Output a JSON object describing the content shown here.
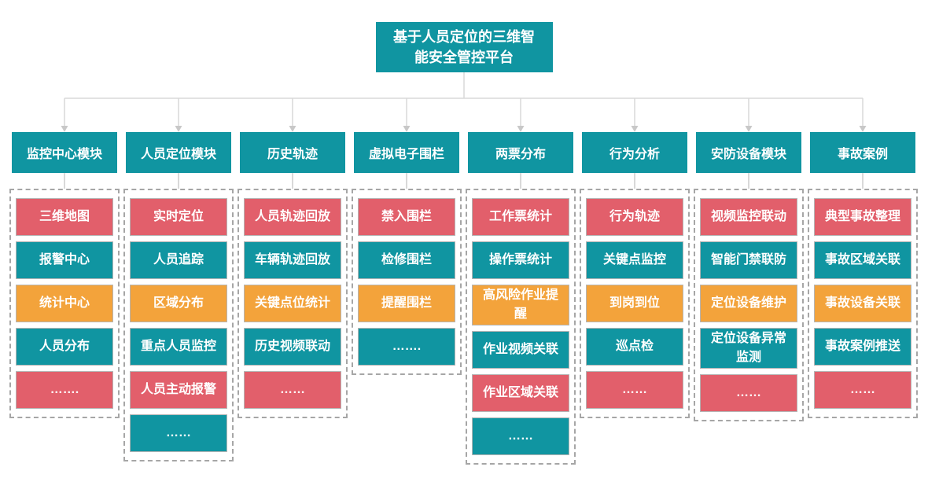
{
  "title": {
    "text": "基于人员定位的三维智能安全管控平台"
  },
  "colors": {
    "teal": "#1095A1",
    "red": "#E25F6B",
    "orange": "#F3A33B",
    "dashed_border": "#A6A6A6",
    "item_border": "#B5B5B5",
    "connector_line": "#D9D9D9",
    "connector_arrow": "#C8C8C8"
  },
  "columns": [
    {
      "header": "监控中心模块",
      "items": [
        {
          "label": "三维地图",
          "color": "red"
        },
        {
          "label": "报警中心",
          "color": "teal"
        },
        {
          "label": "统计中心",
          "color": "orange"
        },
        {
          "label": "人员分布",
          "color": "teal"
        },
        {
          "label": "…….",
          "color": "red"
        }
      ]
    },
    {
      "header": "人员定位模块",
      "items": [
        {
          "label": "实时定位",
          "color": "red"
        },
        {
          "label": "人员追踪",
          "color": "teal"
        },
        {
          "label": "区域分布",
          "color": "orange"
        },
        {
          "label": "重点人员监控",
          "color": "teal"
        },
        {
          "label": "人员主动报警",
          "color": "red"
        },
        {
          "label": "……",
          "color": "teal"
        }
      ]
    },
    {
      "header": "历史轨迹",
      "items": [
        {
          "label": "人员轨迹回放",
          "color": "red"
        },
        {
          "label": "车辆轨迹回放",
          "color": "teal"
        },
        {
          "label": "关键点位统计",
          "color": "orange"
        },
        {
          "label": "历史视频联动",
          "color": "teal"
        },
        {
          "label": "……",
          "color": "red"
        }
      ]
    },
    {
      "header": "虚拟电子围栏",
      "items": [
        {
          "label": "禁入围栏",
          "color": "red"
        },
        {
          "label": "检修围栏",
          "color": "teal"
        },
        {
          "label": "提醒围栏",
          "color": "orange"
        },
        {
          "label": "…….",
          "color": "teal"
        }
      ]
    },
    {
      "header": "两票分布",
      "items": [
        {
          "label": "工作票统计",
          "color": "red"
        },
        {
          "label": "操作票统计",
          "color": "teal"
        },
        {
          "label": "高风险作业提醒",
          "color": "orange"
        },
        {
          "label": "作业视频关联",
          "color": "teal"
        },
        {
          "label": "作业区域关联",
          "color": "red"
        },
        {
          "label": "……",
          "color": "teal"
        }
      ]
    },
    {
      "header": "行为分析",
      "items": [
        {
          "label": "行为轨迹",
          "color": "red"
        },
        {
          "label": "关键点监控",
          "color": "teal"
        },
        {
          "label": "到岗到位",
          "color": "orange"
        },
        {
          "label": "巡点检",
          "color": "teal"
        },
        {
          "label": "……",
          "color": "red"
        }
      ]
    },
    {
      "header": "安防设备模块",
      "items": [
        {
          "label": "视频监控联动",
          "color": "red"
        },
        {
          "label": "智能门禁联防",
          "color": "teal"
        },
        {
          "label": "定位设备维护",
          "color": "orange"
        },
        {
          "label": "定位设备异常监测",
          "color": "teal"
        },
        {
          "label": "……",
          "color": "red"
        }
      ]
    },
    {
      "header": "事故案例",
      "items": [
        {
          "label": "典型事故整理",
          "color": "red"
        },
        {
          "label": "事故区域关联",
          "color": "teal"
        },
        {
          "label": "事故设备关联",
          "color": "orange"
        },
        {
          "label": "事故案例推送",
          "color": "teal"
        },
        {
          "label": "……",
          "color": "red"
        }
      ]
    }
  ]
}
